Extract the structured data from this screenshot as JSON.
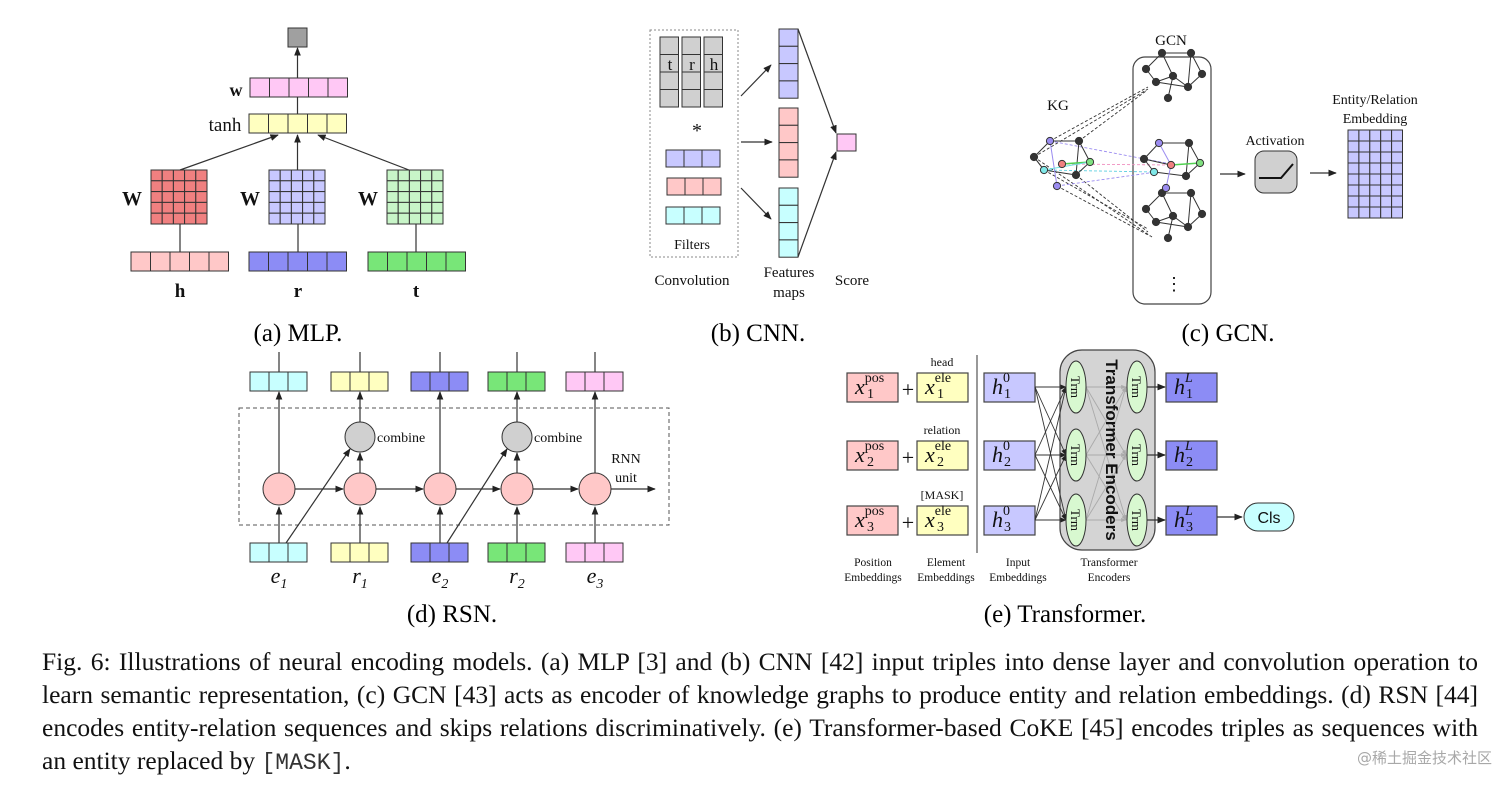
{
  "colors": {
    "pink": "#ffc8c8",
    "red_matrix": "#f08080",
    "blue_light": "#c8c8ff",
    "blue_dark": "#8c8cf5",
    "green_light": "#c8f5c8",
    "green_dark": "#78e678",
    "yellow": "#ffffc0",
    "magenta": "#ffc8f5",
    "cyan": "#c8ffff",
    "gray": "#d0d0d0",
    "gray_dark": "#999999",
    "trm_green": "#d8f8d0"
  },
  "mlp": {
    "caption": "(a) MLP.",
    "labels": {
      "w_small": "w",
      "tanh": "tanh",
      "W": "W",
      "h": "h",
      "r": "r",
      "t": "t"
    }
  },
  "cnn": {
    "caption": "(b) CNN.",
    "input_letters": [
      "t",
      "r",
      "h"
    ],
    "star": "*",
    "filters_label": "Filters",
    "convolution_label": "Convolution",
    "features_label_1": "Features",
    "features_label_2": "maps",
    "score_label": "Score"
  },
  "gcn": {
    "caption": "(c) GCN.",
    "kg_label": "KG",
    "gcn_label": "GCN",
    "activation_label": "Activation",
    "embedding_label_1": "Entity/Relation",
    "embedding_label_2": "Embedding",
    "ellipsis": "⋮"
  },
  "rsn": {
    "caption": "(d) RSN.",
    "combine_label": "combine",
    "rnn_label_1": "RNN",
    "rnn_label_2": "unit",
    "inputs": [
      {
        "symbol": "e",
        "sub": "1",
        "color": "cyan"
      },
      {
        "symbol": "r",
        "sub": "1",
        "color": "yellow"
      },
      {
        "symbol": "e",
        "sub": "2",
        "color": "blue_dark"
      },
      {
        "symbol": "r",
        "sub": "2",
        "color": "green_dark"
      },
      {
        "symbol": "e",
        "sub": "3",
        "color": "magenta"
      }
    ]
  },
  "transformer": {
    "caption": "(e) Transformer.",
    "row_labels": [
      "head",
      "relation",
      "[MASK]"
    ],
    "pos_symbol": "x",
    "pos_sup": "pos",
    "ele_sup": "ele",
    "plus": "+",
    "h_symbol": "h",
    "h_in_sup": "0",
    "h_out_sup": "L",
    "subs": [
      "1",
      "2",
      "3"
    ],
    "trm_label": "Trm",
    "encoders_title": "Transformer Encoders",
    "cls_label": "Cls",
    "bottom_labels": [
      [
        "Position",
        "Embeddings"
      ],
      [
        "Element",
        "Embeddings"
      ],
      [
        "Input",
        "Embeddings"
      ],
      [
        "Transformer",
        "Encoders"
      ]
    ]
  },
  "caption": {
    "text": "Fig. 6: Illustrations of neural encoding models. (a) MLP [3] and (b) CNN [42] input triples into dense layer and convolution operation to learn semantic representation, (c) GCN [43] acts as encoder of knowledge graphs to produce entity and relation embeddings. (d) RSN [44] encodes entity-relation sequences and skips relations discriminatively. (e) Transformer-based CoKE [45] encodes triples as sequences with an entity replaced by ",
    "mask_token": "[MASK]",
    "end": "."
  },
  "watermark": "@稀土掘金技术社区"
}
